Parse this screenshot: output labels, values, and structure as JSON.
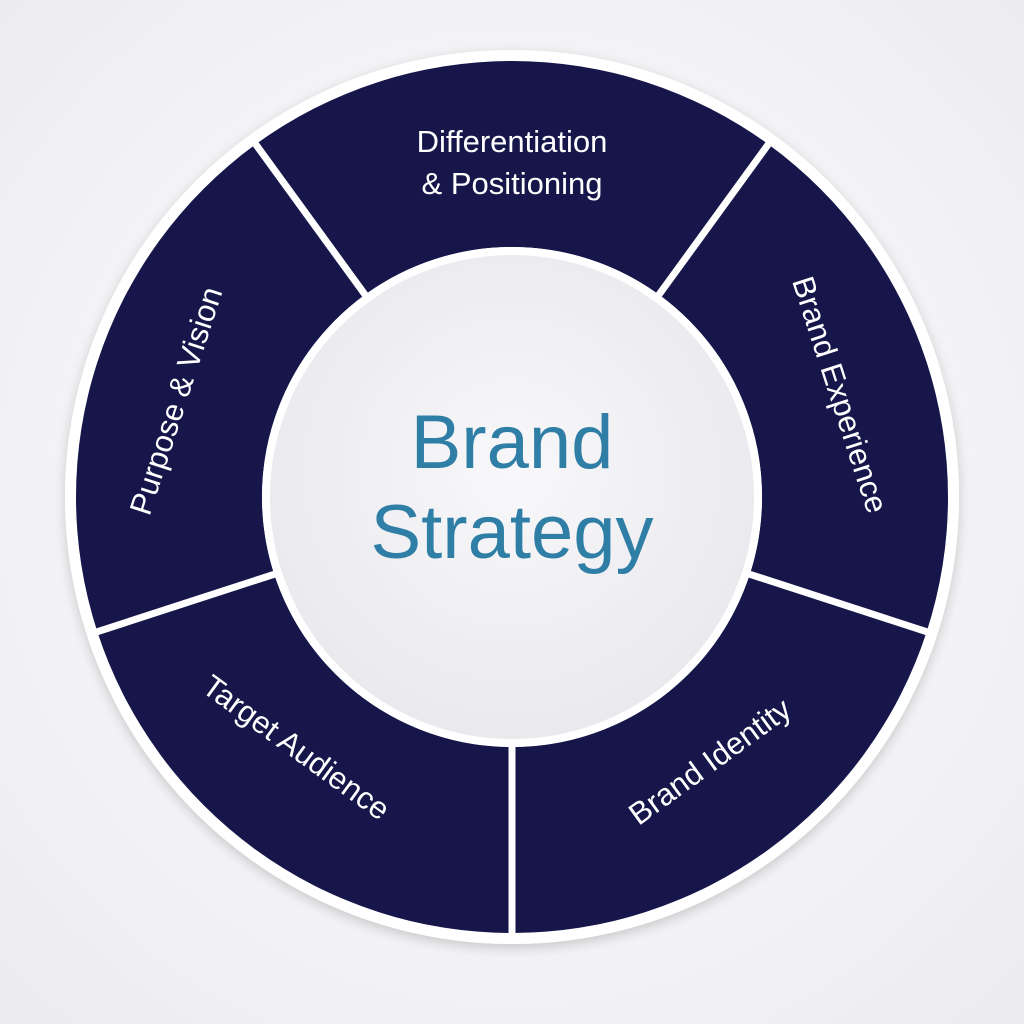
{
  "center": {
    "line1": "Brand",
    "line2": "Strategy"
  },
  "segments": [
    {
      "line1": "Differentiation",
      "line2": "& Positioning"
    },
    {
      "line1": "Brand Experience"
    },
    {
      "line1": "Brand Identity"
    },
    {
      "line1": "Target Audience"
    },
    {
      "line1": "Purpose & Vision"
    }
  ],
  "colors": {
    "segment": "#16164a",
    "separator": "#ffffff",
    "center_fill": "#f1f1f4",
    "center_text": "#2f7ea6",
    "background": "#f2f2f5"
  }
}
